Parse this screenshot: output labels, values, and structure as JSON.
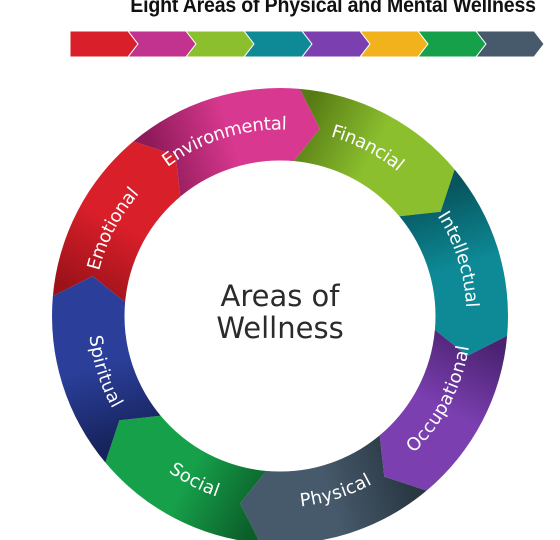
{
  "title": "Eight Areas of Physical and Mental Wellness",
  "center": {
    "line1": "Areas of",
    "line2": "Wellness"
  },
  "segments": [
    {
      "label": "Emotional",
      "color": "#d91f2a",
      "dark": "#9b1219"
    },
    {
      "label": "Environmental",
      "color": "#d8388f",
      "dark": "#8e1a58"
    },
    {
      "label": "Financial",
      "color": "#8bbf2e",
      "dark": "#567a14"
    },
    {
      "label": "Intellectual",
      "color": "#0d8a96",
      "dark": "#07545d"
    },
    {
      "label": "Occupational",
      "color": "#7b3fb0",
      "dark": "#4a2270"
    },
    {
      "label": "Physical",
      "color": "#465a6b",
      "dark": "#2a3844"
    },
    {
      "label": "Social",
      "color": "#16a04a",
      "dark": "#0b5e29"
    },
    {
      "label": "Spiritual",
      "color": "#2b3f9a",
      "dark": "#17235c"
    }
  ],
  "arrow_strip": [
    "#d91f2a",
    "#c2338f",
    "#8bbf2e",
    "#0d8a96",
    "#7b3fb0",
    "#f2b21b",
    "#16a04a",
    "#465a6b"
  ]
}
